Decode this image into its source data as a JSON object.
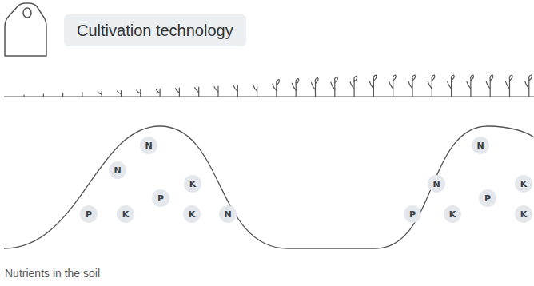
{
  "diagram": {
    "title": "Cultivation technology",
    "caption": "Nutrients in the soil",
    "nodes": [
      {
        "text": [
          "N"
        ]
      },
      {
        "text": [
          "N"
        ]
      },
      {
        "text": [
          "K"
        ]
      },
      {
        "text": [
          "P"
        ]
      },
      {
        "text": [
          "P"
        ]
      },
      {
        "text": [
          "K"
        ]
      },
      {
        "text": [
          "K"
        ]
      },
      {
        "text": [
          "N"
        ]
      },
      {
        "text": [
          "N"
        ]
      },
      {
        "text": [
          "N"
        ]
      },
      {
        "text": [
          "K"
        ]
      },
      {
        "text": [
          "P"
        ]
      },
      {
        "text": [
          "P"
        ]
      },
      {
        "text": [
          "K"
        ]
      },
      {
        "text": [
          "K"
        ]
      }
    ]
  }
}
